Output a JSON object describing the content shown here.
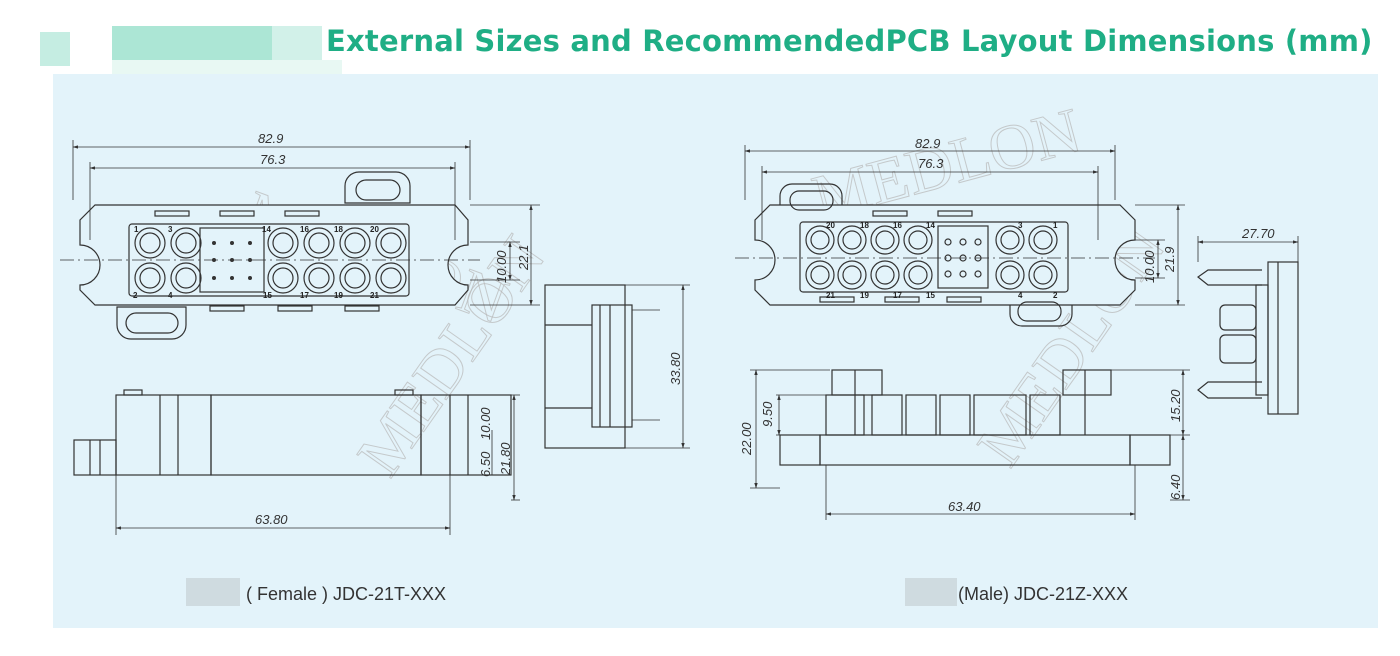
{
  "title": "External Sizes and RecommendedPCB Layout Dimensions (mm)",
  "captions": {
    "female": "( Female ) JDC-21T-XXX",
    "male": "(Male) JDC-21Z-XXX"
  },
  "watermark": "MEDLON",
  "female": {
    "dims": {
      "overall_width": "82.9",
      "hole_pitch": "76.3",
      "pin_row_height": "10.00",
      "body_height": "22.1",
      "side_height": "33.80",
      "base_width": "63.80",
      "side_a": "6.50",
      "side_b": "10.00",
      "side_c": "21.80"
    },
    "pins_top": [
      "1",
      "3",
      "14",
      "16",
      "18",
      "20"
    ],
    "pins_bottom": [
      "2",
      "4",
      "15",
      "17",
      "19",
      "21"
    ]
  },
  "male": {
    "dims": {
      "overall_width": "82.9",
      "hole_pitch": "76.3",
      "pin_row_height": "10.00",
      "body_height": "21.9",
      "pin_length": "27.70",
      "side_a": "22.00",
      "side_b": "9.50",
      "right_a": "15.20",
      "right_b": "6.40",
      "base_width": "63.40"
    },
    "pins_top": [
      "20",
      "18",
      "16",
      "14",
      "3",
      "1"
    ],
    "pins_bottom": [
      "21",
      "19",
      "17",
      "15",
      "4",
      "2"
    ]
  },
  "colors": {
    "title": "#1fae85",
    "panel": "#e3f3fa",
    "line": "#333333"
  }
}
